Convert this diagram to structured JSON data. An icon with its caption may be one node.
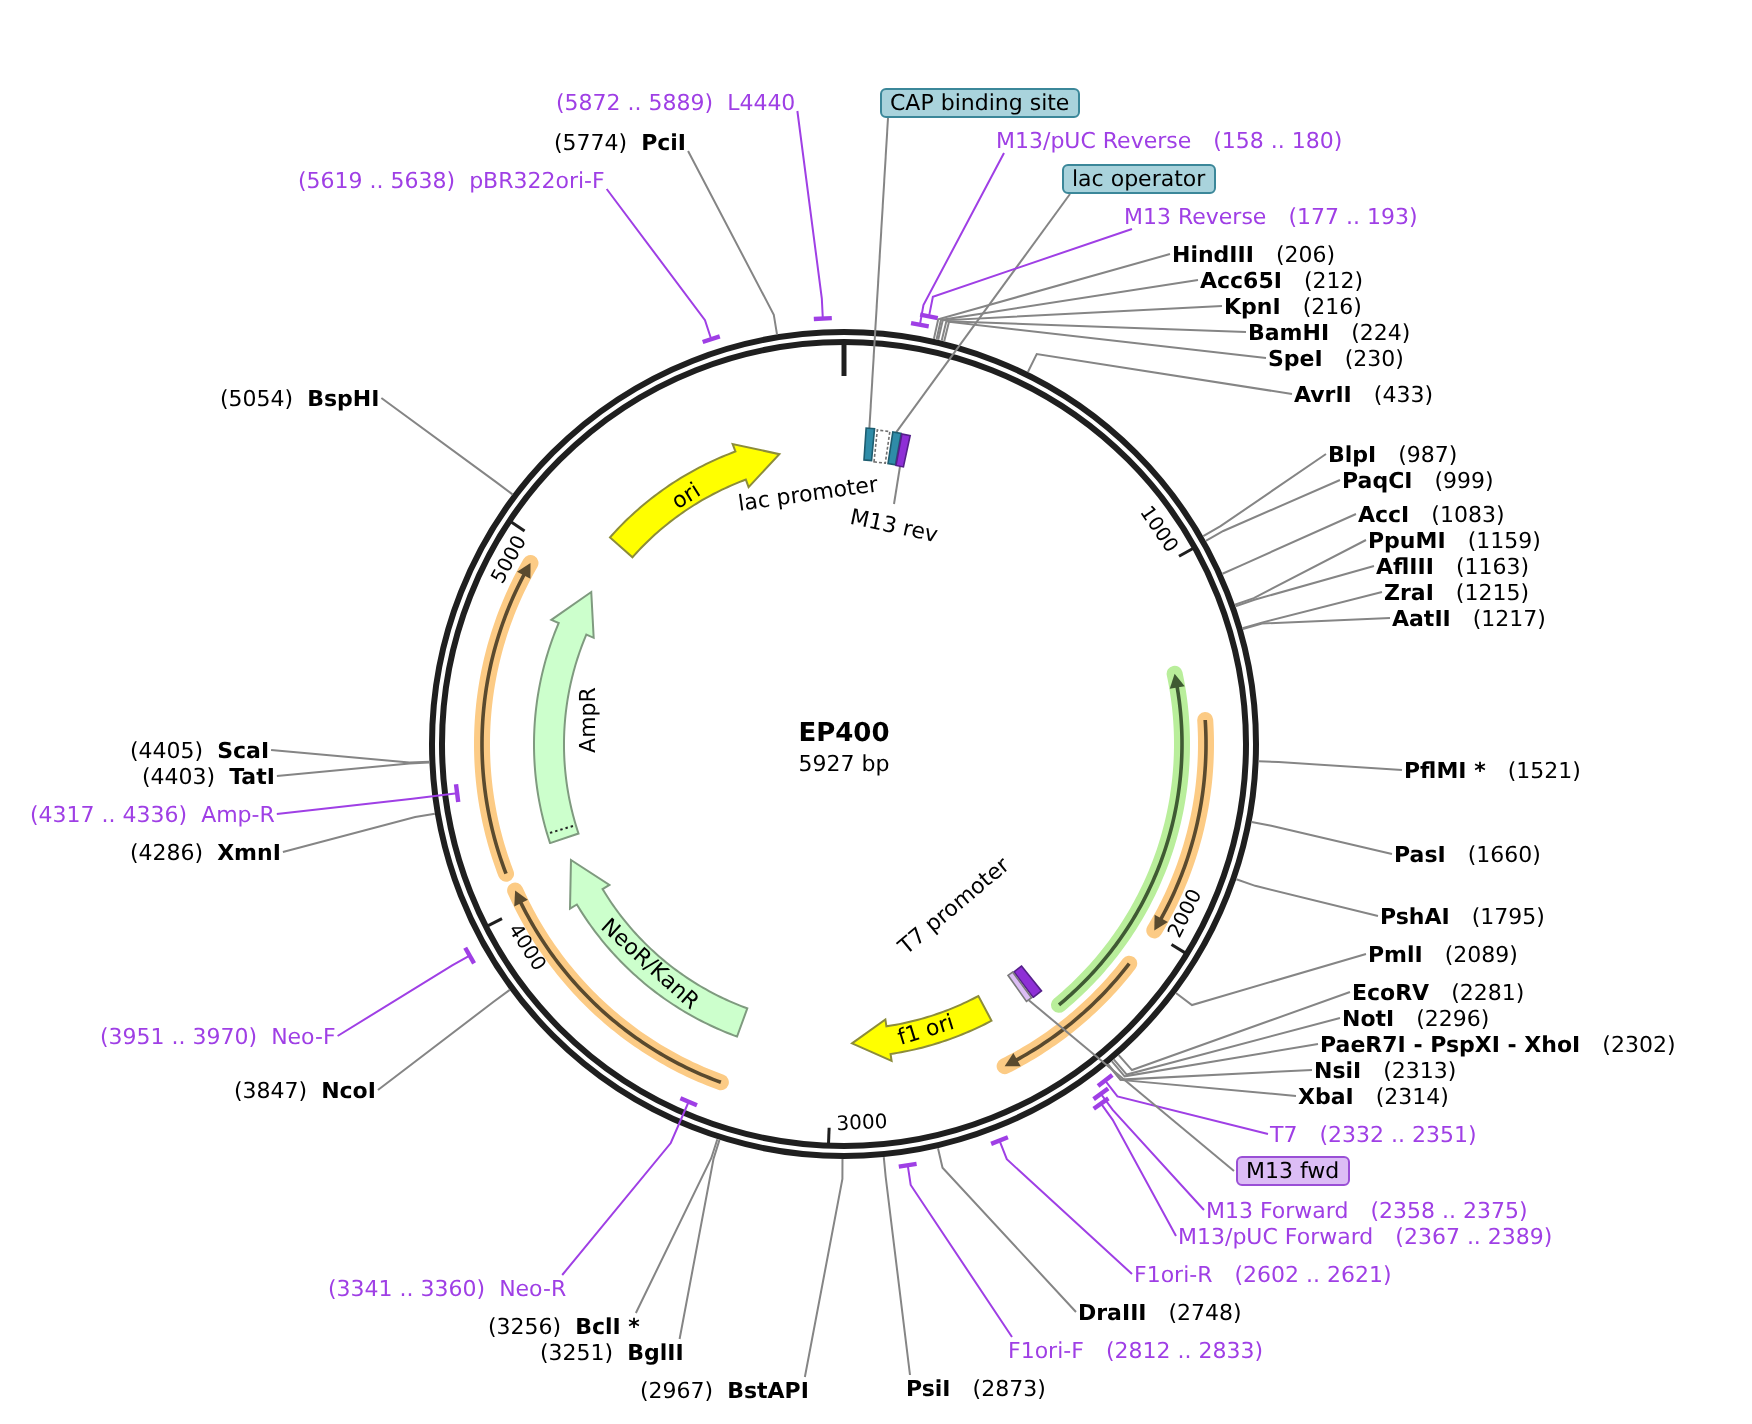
{
  "diagram": {
    "title": "EP400",
    "nodes": [
      {
        "text": [
          "CAP binding site"
        ]
      },
      {
        "text": [
          "(5872 .. 5889)",
          "L4440"
        ]
      },
      {
        "text": [
          "M13/pUC Reverse",
          "(158 .. 180)"
        ]
      },
      {
        "text": [
          "(5774)",
          "PciI"
        ]
      },
      {
        "text": [
          "lac operator"
        ]
      },
      {
        "text": [
          "(5619 .. 5638)",
          "pBR322ori-F"
        ]
      },
      {
        "text": [
          "M13 Reverse",
          "(177 .. 193)"
        ]
      },
      {
        "text": [
          "HindIII",
          "(206)"
        ]
      },
      {
        "text": [
          "Acc65I",
          "(212)"
        ]
      },
      {
        "text": [
          "KpnI",
          "(216)"
        ]
      },
      {
        "text": [
          "BamHI",
          "(224)"
        ]
      },
      {
        "text": [
          "SpeI",
          "(230)"
        ]
      },
      {
        "text": [
          "AvrII",
          "(433)"
        ]
      },
      {
        "text": [
          "(5054)",
          "BspHI"
        ]
      },
      {
        "text": [],
        "shape": "box"
      },
      {
        "text": [
          "lac promoter"
        ]
      },
      {
        "text": [],
        "shape": "box"
      },
      {
        "text": [],
        "shape": "box"
      },
      {
        "text": [
          "BlpI",
          "(987)"
        ]
      },
      {
        "text": [
          "PaqCI",
          "(999)"
        ]
      },
      {
        "text": [
          "ori"
        ]
      },
      {
        "text": [
          "AccI",
          "(1083)"
        ]
      },
      {
        "text": [
          "M13 rev"
        ]
      },
      {
        "text": [
          "PpuMI",
          "(1159)"
        ]
      },
      {
        "text": [
          "AflIII",
          "(1163)"
        ]
      },
      {
        "text": [
          "ZraI",
          "(1215)"
        ]
      },
      {
        "text": [
          "AatII",
          "(1217)"
        ]
      },
      {
        "text": [
          "AmpR"
        ]
      },
      {
        "text": [
          "(4405)",
          "ScaI"
        ]
      },
      {
        "text": [
          "(4403)",
          "TatI"
        ]
      },
      {
        "text": [
          "PflMI *",
          "(1521)"
        ]
      },
      {
        "text": [
          "(4317 .. 4336)",
          "Amp-R"
        ]
      },
      {
        "text": [
          "(4286)",
          "XmnI"
        ]
      },
      {
        "text": [
          "PasI",
          "(1660)"
        ]
      },
      {
        "text": [
          "PshAI",
          "(1795)"
        ]
      },
      {
        "text": [
          "PmlI",
          "(2089)"
        ]
      },
      {
        "text": [
          "NeoR/KanR"
        ]
      },
      {
        "text": [
          "T7 promoter"
        ]
      },
      {
        "text": [],
        "shape": "box"
      },
      {
        "text": [
          "EcoRV",
          "(2281)"
        ]
      },
      {
        "text": [
          "NotI",
          "(2296)"
        ]
      },
      {
        "text": [
          "f1 ori"
        ]
      },
      {
        "text": [
          "(3951 .. 3970)",
          "Neo-F"
        ]
      },
      {
        "text": [
          "PaeR7I - PspXI - XhoI",
          "(2302)"
        ]
      },
      {
        "text": [
          "NsiI",
          "(2313)"
        ]
      },
      {
        "text": [
          "XbaI",
          "(2314)"
        ]
      },
      {
        "text": [
          "(3847)",
          "NcoI"
        ]
      },
      {
        "text": [
          "T7",
          "(2332 .. 2351)"
        ]
      },
      {
        "text": [
          "M13 fwd"
        ]
      },
      {
        "text": [
          "M13 Forward",
          "(2358 .. 2375)"
        ]
      },
      {
        "text": [
          "M13/pUC Forward",
          "(2367 .. 2389)"
        ]
      },
      {
        "text": [
          "F1ori-R",
          "(2602 .. 2621)"
        ]
      },
      {
        "text": [
          "(3341 .. 3360)",
          "Neo-R"
        ]
      },
      {
        "text": [
          "DraIII",
          "(2748)"
        ]
      },
      {
        "text": [
          "(3256)",
          "BclI *"
        ]
      },
      {
        "text": [
          "F1ori-F",
          "(2812 .. 2833)"
        ]
      },
      {
        "text": [
          "(3251)",
          "BglII"
        ]
      },
      {
        "text": [
          "(2967)",
          "BstAPI"
        ]
      },
      {
        "text": [
          "PsiI",
          "(2873)"
        ]
      }
    ],
    "edges": [
      {
        "from": 0,
        "to": 14,
        "arrow": "none"
      },
      {
        "from": 1,
        "to": null,
        "arrow": "other",
        "color": "#9f3fe5"
      },
      {
        "from": 2,
        "to": null,
        "arrow": "other",
        "color": "#9f3fe5"
      },
      {
        "from": 3,
        "to": null,
        "arrow": "none"
      },
      {
        "from": 4,
        "to": 16,
        "arrow": "none"
      },
      {
        "from": 5,
        "to": null,
        "arrow": "other",
        "color": "#9f3fe5"
      },
      {
        "from": 6,
        "to": null,
        "arrow": "other",
        "color": "#9f3fe5"
      },
      {
        "from": 7,
        "to": null,
        "arrow": "none"
      },
      {
        "from": 8,
        "to": null,
        "arrow": "none"
      },
      {
        "from": 9,
        "to": null,
        "arrow": "none"
      },
      {
        "from": 10,
        "to": null,
        "arrow": "none"
      },
      {
        "from": 11,
        "to": null,
        "arrow": "none"
      },
      {
        "from": 12,
        "to": null,
        "arrow": "none"
      },
      {
        "from": 13,
        "to": null,
        "arrow": "none"
      },
      {
        "from": 18,
        "to": null,
        "arrow": "none"
      },
      {
        "from": 19,
        "to": null,
        "arrow": "none"
      },
      {
        "from": 21,
        "to": null,
        "arrow": "none"
      },
      {
        "from": 22,
        "to": 17,
        "arrow": "none"
      },
      {
        "from": 23,
        "to": null,
        "arrow": "none"
      },
      {
        "from": 24,
        "to": null,
        "arrow": "none"
      },
      {
        "from": 25,
        "to": null,
        "arrow": "none"
      },
      {
        "from": 26,
        "to": null,
        "arrow": "none"
      },
      {
        "from": 28,
        "to": null,
        "arrow": "none"
      },
      {
        "from": 29,
        "to": null,
        "arrow": "none"
      },
      {
        "from": 30,
        "to": null,
        "arrow": "none"
      },
      {
        "from": 31,
        "to": null,
        "arrow": "other",
        "color": "#9f3fe5"
      },
      {
        "from": 32,
        "to": null,
        "arrow": "none"
      },
      {
        "from": 33,
        "to": null,
        "arrow": "none"
      },
      {
        "from": 34,
        "to": null,
        "arrow": "none"
      },
      {
        "from": 35,
        "to": null,
        "arrow": "none"
      },
      {
        "from": 39,
        "to": null,
        "arrow": "none"
      },
      {
        "from": 40,
        "to": null,
        "arrow": "none"
      },
      {
        "from": 42,
        "to": null,
        "arrow": "other",
        "color": "#9f3fe5"
      },
      {
        "from": 43,
        "to": null,
        "arrow": "none"
      },
      {
        "from": 44,
        "to": null,
        "arrow": "none"
      },
      {
        "from": 45,
        "to": null,
        "arrow": "none"
      },
      {
        "from": 46,
        "to": null,
        "arrow": "none"
      },
      {
        "from": 47,
        "to": null,
        "arrow": "other",
        "color": "#9f3fe5"
      },
      {
        "from": 48,
        "to": 38,
        "arrow": "none"
      },
      {
        "from": 49,
        "to": null,
        "arrow": "other",
        "color": "#9f3fe5"
      },
      {
        "from": 50,
        "to": null,
        "arrow": "other",
        "color": "#9f3fe5"
      },
      {
        "from": 51,
        "to": null,
        "arrow": "other",
        "color": "#9f3fe5"
      },
      {
        "from": 52,
        "to": null,
        "arrow": "other",
        "color": "#9f3fe5"
      },
      {
        "from": 53,
        "to": null,
        "arrow": "none"
      },
      {
        "from": 54,
        "to": null,
        "arrow": "none"
      },
      {
        "from": 55,
        "to": null,
        "arrow": "other",
        "color": "#9f3fe5"
      },
      {
        "from": 56,
        "to": null,
        "arrow": "none"
      },
      {
        "from": 57,
        "to": null,
        "arrow": "none"
      },
      {
        "from": 58,
        "to": null,
        "arrow": "none"
      }
    ],
    "labels": [
      "1000",
      "5000",
      "5927 bp",
      "2000",
      "4000",
      "3000"
    ]
  }
}
